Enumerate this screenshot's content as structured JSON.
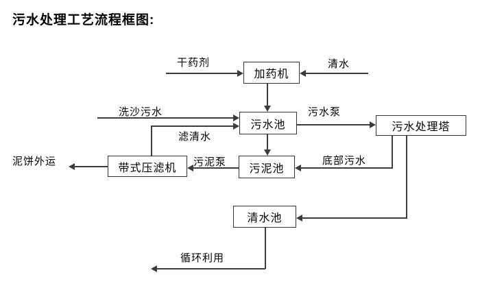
{
  "page": {
    "title": "污水处理工艺流程框图:"
  },
  "diagram": {
    "type": "flowchart",
    "nodes": {
      "dosing_machine": "加药机",
      "sewage_pool": "污水池",
      "treatment_tower": "污水处理塔",
      "belt_filter_press": "带式压滤机",
      "sludge_pool": "污泥池",
      "clean_water_pool": "清水池"
    },
    "edge_labels": {
      "dry_agent": "干药剂",
      "clean_water": "清水",
      "sand_washing_sewage": "洗沙污水",
      "filtered_water": "滤清水",
      "sewage_pump": "污水泵",
      "sludge_pump": "污泥泵",
      "bottom_sewage": "底部污水",
      "mud_cake_out": "泥饼外运",
      "recycle_use": "循环利用"
    },
    "flows": [
      "干药剂 → 加药机",
      "清水 → 加药机",
      "加药机 → 污水池",
      "洗沙污水 → 污水池",
      "带式压滤机 →(滤清水) 污水池",
      "污水池 →(污水泵) 污水处理塔",
      "污水池 → 污泥池",
      "污水处理塔 →(底部污水) 污泥池",
      "污泥池 →(污泥泵) 带式压滤机",
      "带式压滤机 → 泥饼外运",
      "污水处理塔 → 清水池",
      "清水池 → 循环利用"
    ],
    "colors": {
      "line": "#3c3c3c",
      "text": "#000000",
      "background": "#ffffff"
    }
  }
}
